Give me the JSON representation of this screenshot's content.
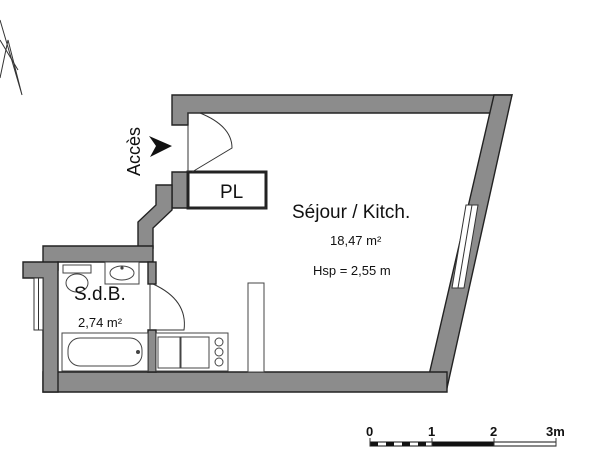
{
  "entrance": {
    "label": "Accès"
  },
  "rooms": {
    "living": {
      "name": "Séjour / Kitch.",
      "area": "18,47 m²",
      "height": "Hsp = 2,55 m"
    },
    "bathroom": {
      "name": "S.d.B.",
      "area": "2,74 m²"
    },
    "closet": {
      "name": "PL"
    }
  },
  "scale": {
    "ticks": [
      "0",
      "1",
      "2",
      "3m"
    ]
  },
  "colors": {
    "wall": "#8c8c8c",
    "outline": "#222222",
    "background": "#ffffff"
  }
}
